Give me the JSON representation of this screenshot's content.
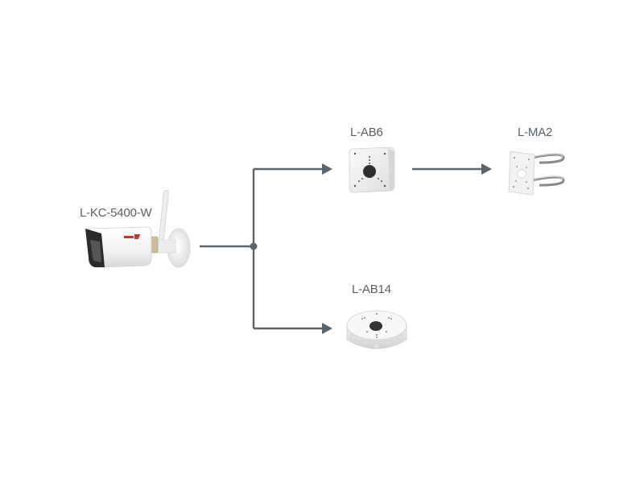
{
  "diagram": {
    "type": "product-compatibility",
    "line_color": "#5b646b",
    "nodes": [
      {
        "id": "camera",
        "label": "L-KC-5400-W",
        "kind": "wifi-bullet-camera"
      },
      {
        "id": "ab6",
        "label": "L-AB6",
        "kind": "square-junction-box"
      },
      {
        "id": "ma2",
        "label": "L-MA2",
        "kind": "pole-mount-bracket"
      },
      {
        "id": "ab14",
        "label": "L-AB14",
        "kind": "round-junction-box"
      }
    ],
    "edges": [
      {
        "from": "L-KC-5400-W",
        "to": "L-AB6"
      },
      {
        "from": "L-KC-5400-W",
        "to": "L-AB14"
      },
      {
        "from": "L-AB6",
        "to": "L-MA2"
      }
    ]
  }
}
